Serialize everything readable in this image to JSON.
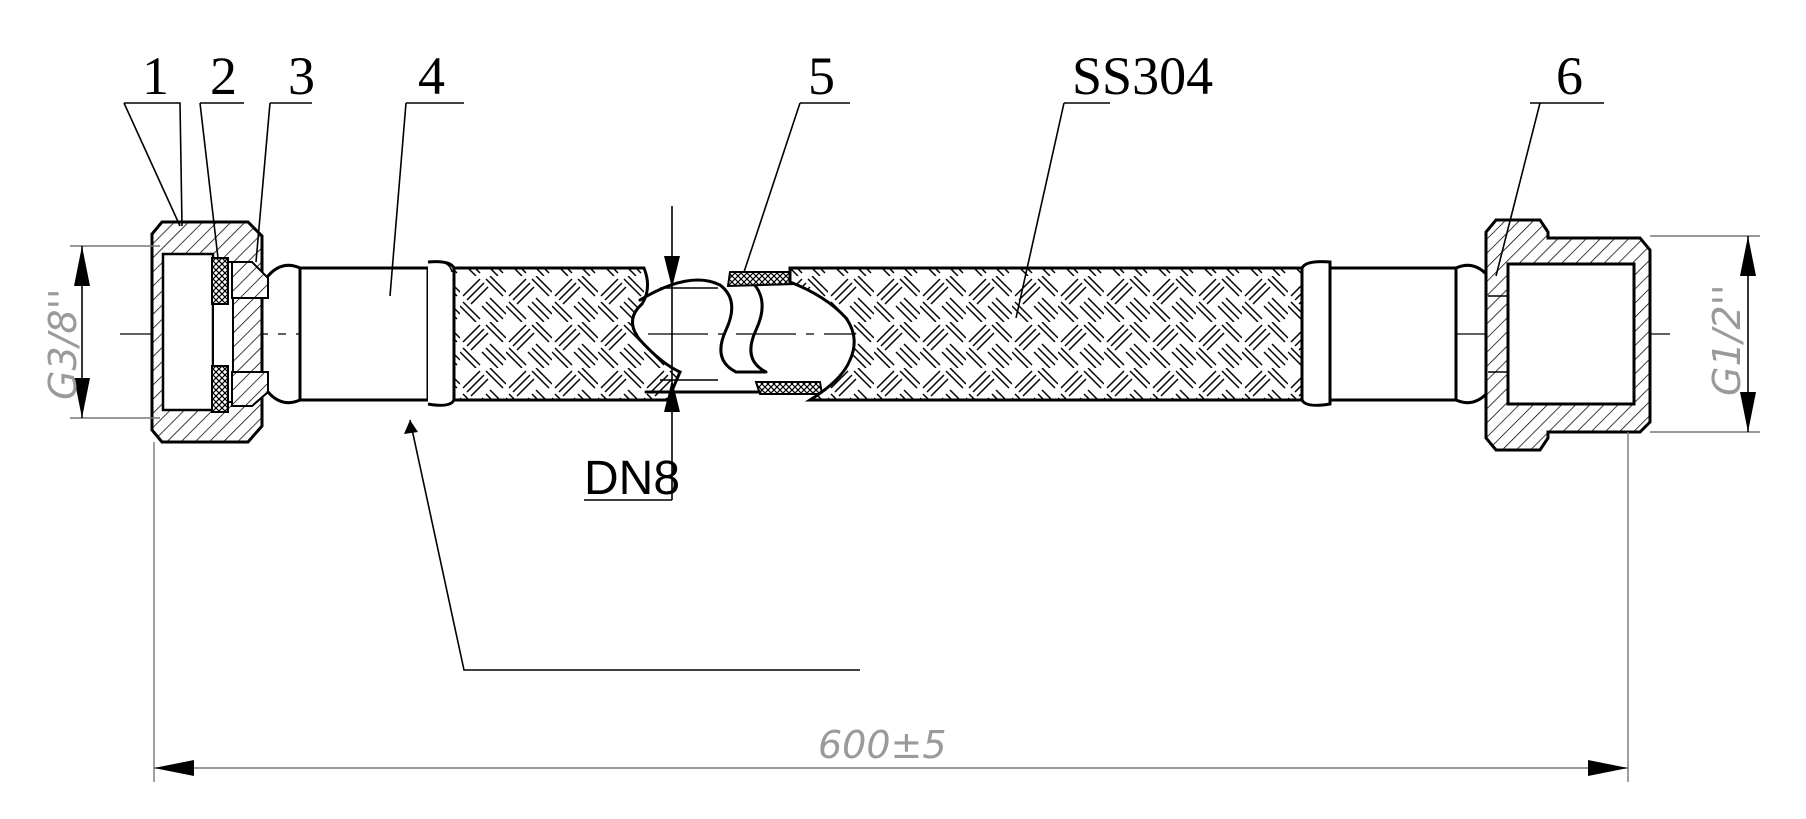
{
  "callouts": {
    "c1": "1",
    "c2": "2",
    "c3": "3",
    "c4": "4",
    "c5": "5",
    "material": "SS304",
    "c6": "6"
  },
  "dimensions": {
    "left_thread": "G3/8''",
    "right_thread": "G1/2''",
    "inner_diameter": "DN8",
    "overall_length": "600±5"
  },
  "colors": {
    "line": "#000000",
    "dimension": "#9a9a9a"
  }
}
